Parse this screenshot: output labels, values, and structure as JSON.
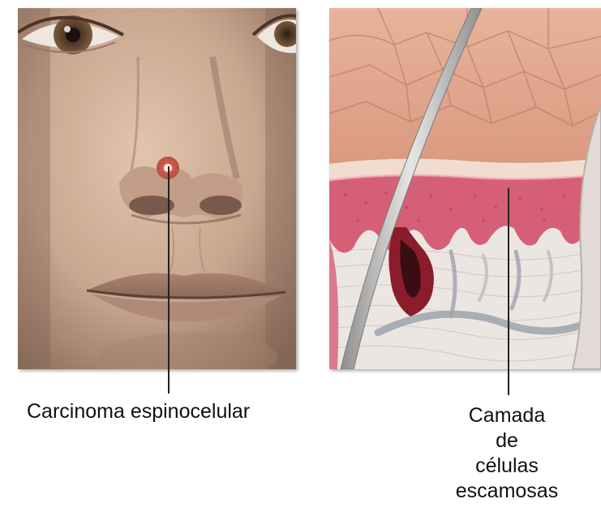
{
  "labels": {
    "left": "Carcinoma espinocelular",
    "right": [
      "Camada",
      "de",
      "células",
      "escamosas"
    ]
  },
  "colors": {
    "skin_light": "#d9b9a2",
    "skin_shadow": "#9c7d6a",
    "lesion": "#c0404a",
    "epidermis": "#d65f78",
    "dermis": "#e9e1dd",
    "scale_surface": "#e4a78e"
  }
}
